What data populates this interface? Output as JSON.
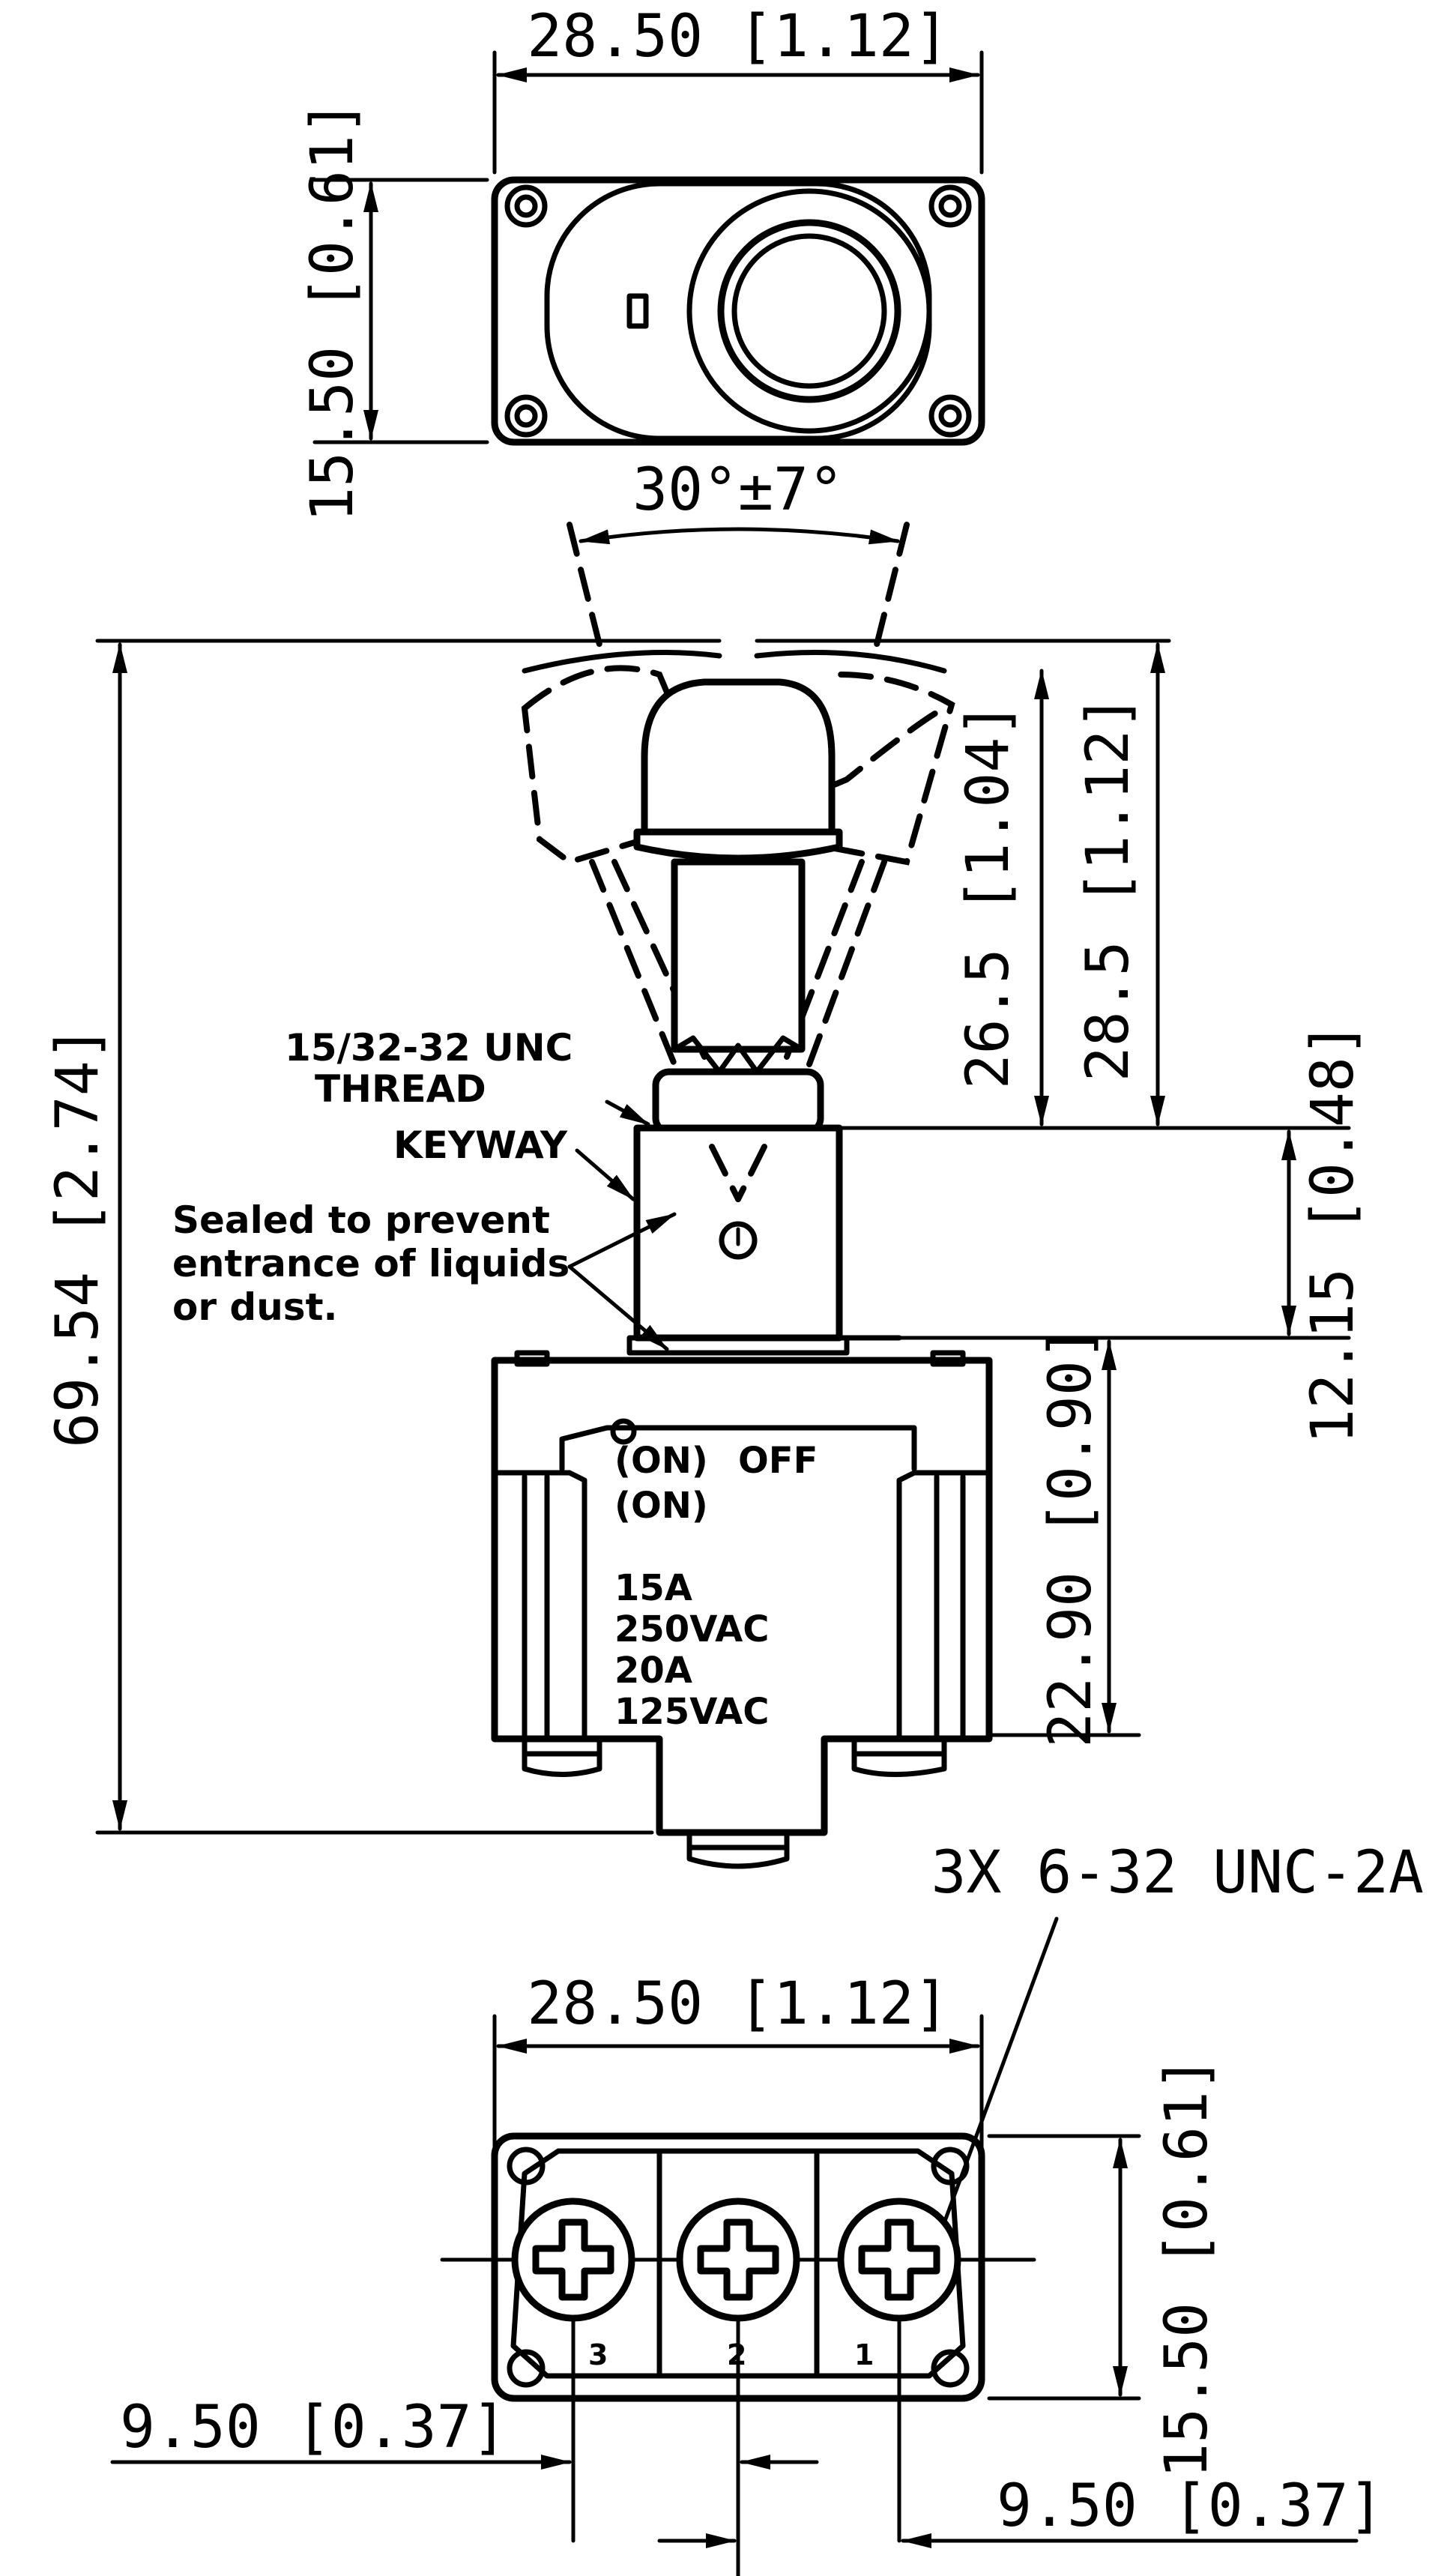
{
  "top_view": {
    "width_dim": "28.50 [1.12]",
    "height_dim": "15.50 [0.61]",
    "angle_dim": "30°±7°"
  },
  "side_view": {
    "overall_height_dim": "69.54 [2.74]",
    "lever_height_dim_1": "26.5 [1.04]",
    "lever_height_dim_2": "28.5 [1.12]",
    "bushing_height_dim": "12.15 [0.48]",
    "body_height_dim": "22.90 [0.90]",
    "callouts": {
      "thread": "15/32-32 UNC\nTHREAD",
      "keyway": "KEYWAY",
      "sealed": "Sealed to prevent\nentrance of liquids\nor dust."
    },
    "body_label": {
      "line1_left": "(ON)",
      "line1_right": "OFF",
      "line2": "(ON)",
      "rating1": "15A",
      "rating2": "250VAC",
      "rating3": "20A",
      "rating4": "125VAC"
    }
  },
  "bottom_view": {
    "screw_note": "3X 6-32 UNC-2A",
    "width_dim": "28.50 [1.12]",
    "height_dim": "15.50 [0.61]",
    "pitch_dim_left": "9.50 [0.37]",
    "pitch_dim_right": "9.50 [0.37]",
    "terminals": [
      "3",
      "2",
      "1"
    ]
  }
}
